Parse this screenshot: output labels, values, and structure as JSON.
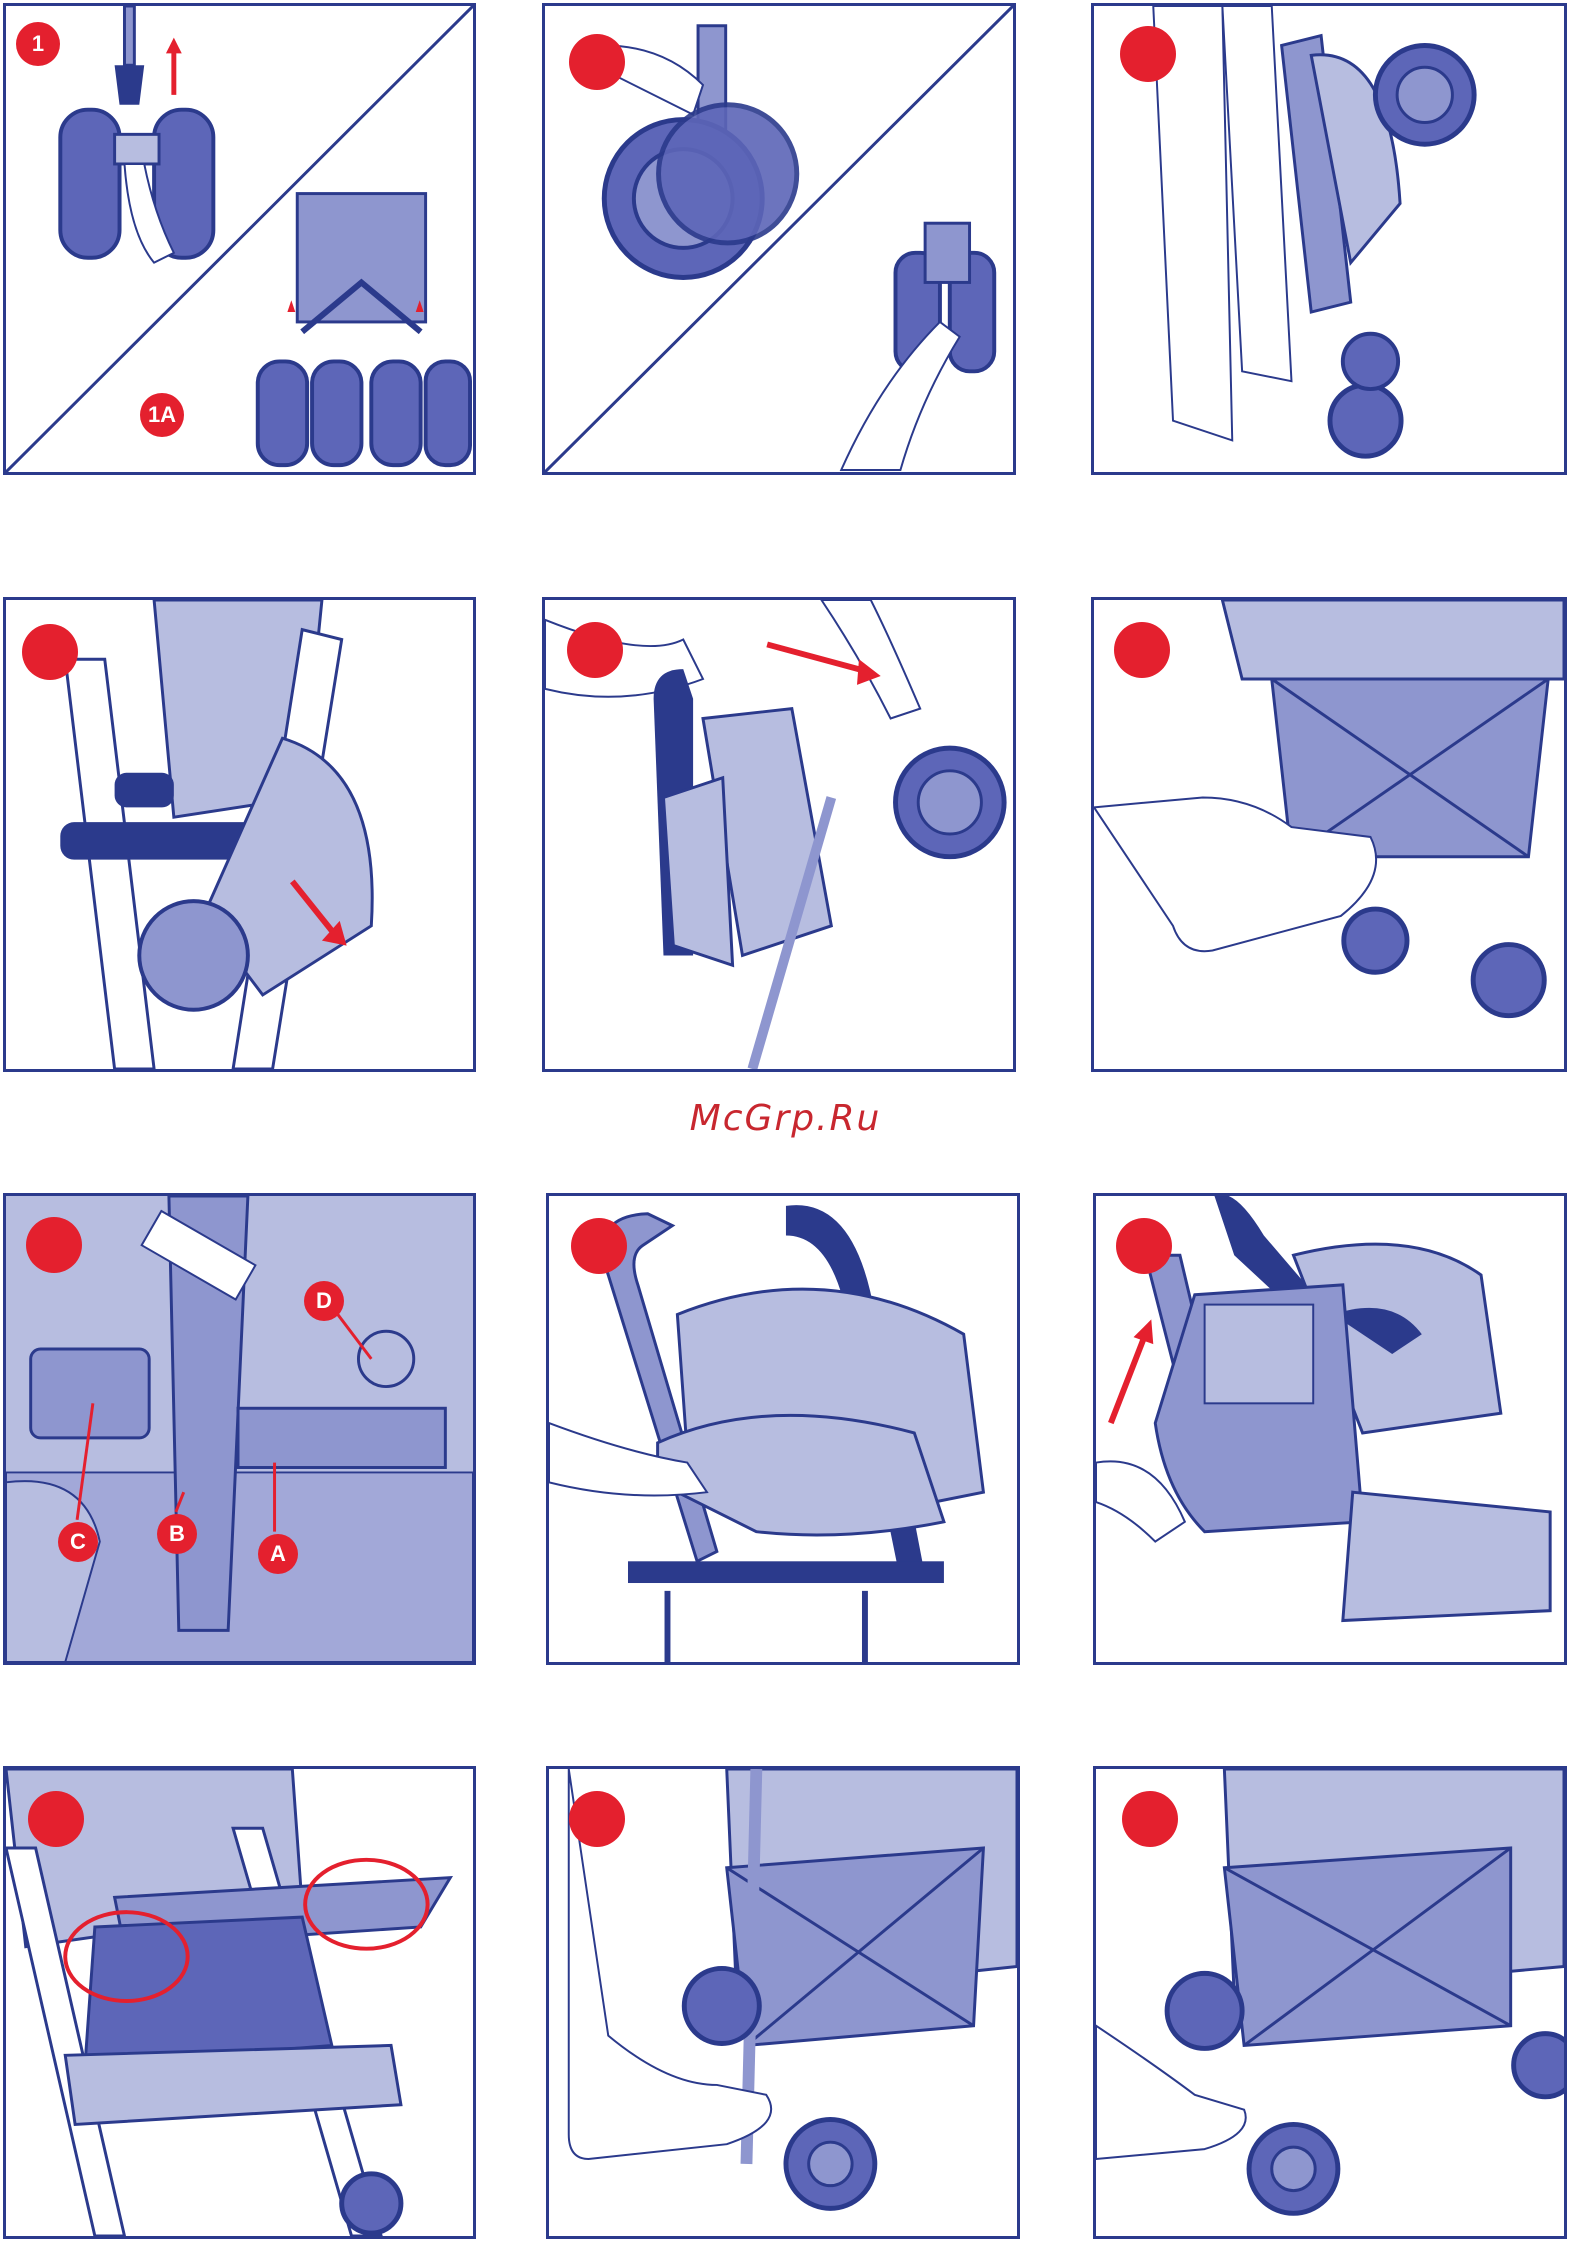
{
  "watermark": "McGrp.Ru",
  "colors": {
    "outline": "#2b3a8c",
    "fill_light": "#b7bde0",
    "fill_mid": "#8e96cf",
    "accent": "#e4202e"
  },
  "panels": [
    {
      "labels": [
        "1",
        "1A"
      ]
    },
    {
      "labels": []
    },
    {
      "labels": []
    },
    {
      "labels": []
    },
    {
      "labels": []
    },
    {
      "labels": []
    },
    {
      "labels": [
        "A",
        "B",
        "C",
        "D"
      ]
    },
    {
      "labels": []
    },
    {
      "labels": []
    },
    {
      "labels": []
    },
    {
      "labels": []
    },
    {
      "labels": []
    }
  ]
}
